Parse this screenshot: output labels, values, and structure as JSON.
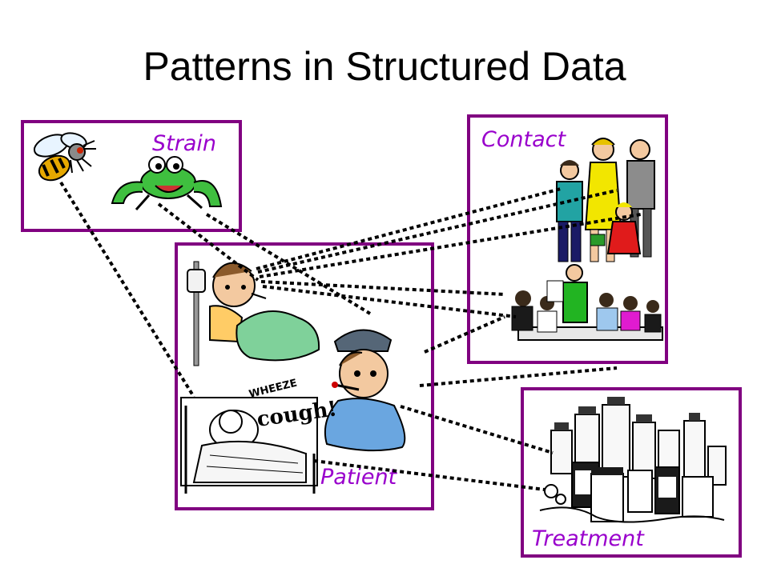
{
  "title": "Patterns in Structured Data",
  "colors": {
    "border": "#800080",
    "label": "#9900cc",
    "link": "#000000"
  },
  "boxes": {
    "strain": {
      "label": "Strain",
      "icons": [
        "bee-icon",
        "frog-icon"
      ]
    },
    "contact": {
      "label": "Contact",
      "icons": [
        "family-icon",
        "meeting-icon"
      ]
    },
    "patient": {
      "label": "Patient",
      "icons": [
        "sick-man-icon",
        "fevered-boy-icon",
        "coughing-patient-icon"
      ],
      "illustration_text": {
        "wheeze": "WHEEZE",
        "cough": "cough!"
      }
    },
    "treatment": {
      "label": "Treatment",
      "icons": [
        "medicine-bottles-icon"
      ]
    }
  },
  "links": [
    {
      "from": "bee-icon",
      "to": "coughing-patient-icon"
    },
    {
      "from": "frog-icon",
      "to": "sick-man-icon"
    },
    {
      "from": "frog-icon",
      "to": "fevered-boy-icon"
    },
    {
      "from": "sick-man-icon",
      "to": "family-icon"
    },
    {
      "from": "sick-man-icon",
      "to": "meeting-icon"
    },
    {
      "from": "fevered-boy-icon",
      "to": "meeting-icon"
    },
    {
      "from": "fevered-boy-icon",
      "to": "medicine-bottles-icon"
    },
    {
      "from": "coughing-patient-icon",
      "to": "medicine-bottles-icon"
    }
  ]
}
